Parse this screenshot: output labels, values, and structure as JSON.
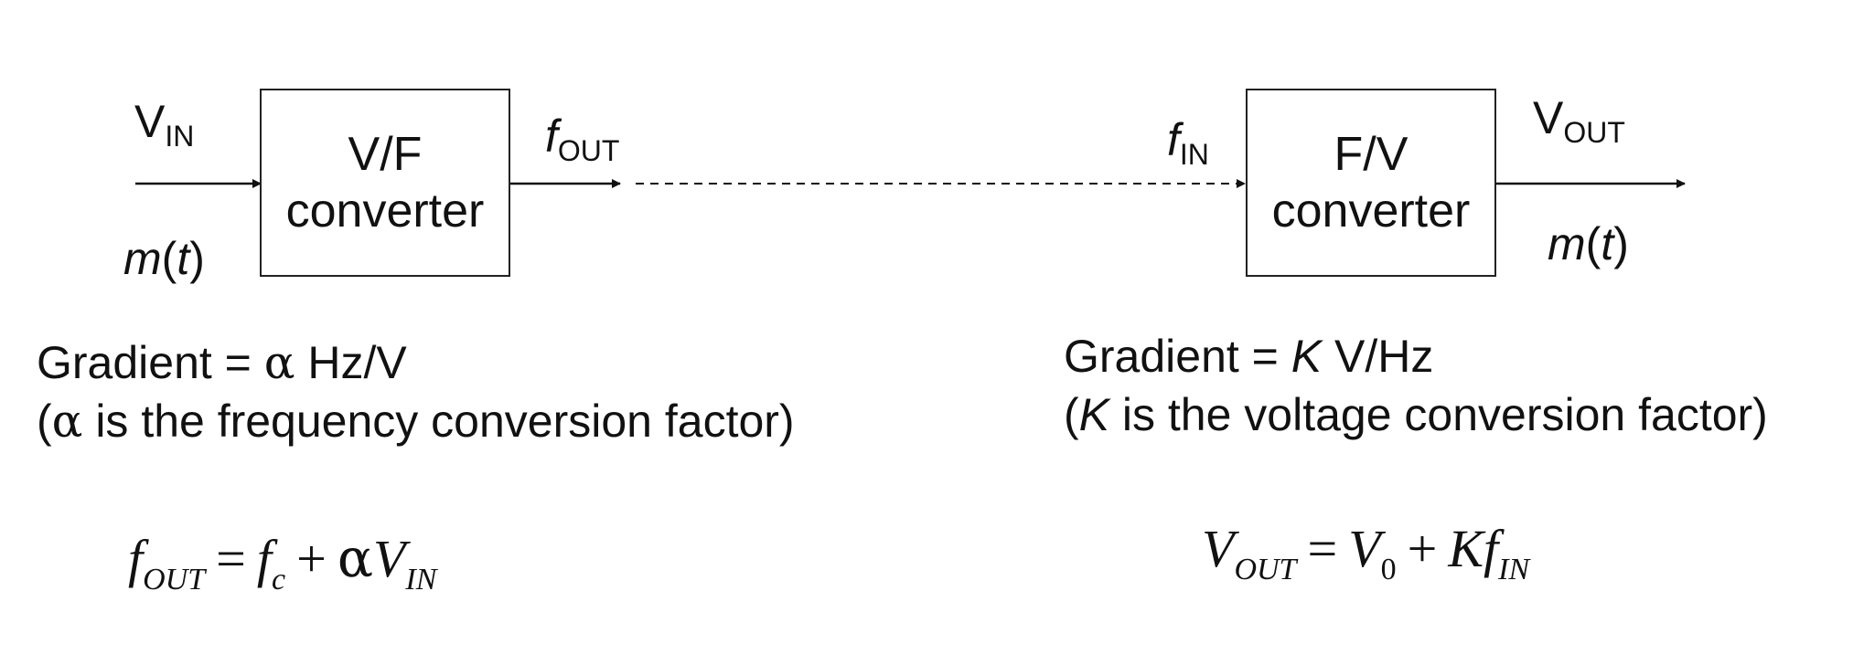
{
  "blocks": {
    "vf": {
      "line1": "V/F",
      "line2": "converter"
    },
    "fv": {
      "line1": "F/V",
      "line2": "converter"
    }
  },
  "labels": {
    "vin": {
      "main": "V",
      "sub": "IN"
    },
    "m_left": {
      "m": "m",
      "open": "(",
      "t": "t",
      "close": ")"
    },
    "fout": {
      "main": "f",
      "sub": "OUT"
    },
    "fin": {
      "main": "f",
      "sub": "IN"
    },
    "vout": {
      "main": "V",
      "sub": "OUT"
    },
    "m_right": {
      "m": "m",
      "open": "(",
      "t": "t",
      "close": ")"
    }
  },
  "left_text": {
    "line1_a": "Gradient = ",
    "line1_symbol": "α",
    "line1_b": " Hz/V",
    "line2_open": "(",
    "line2_symbol": "α",
    "line2_rest": " is the frequency conversion factor)"
  },
  "right_text": {
    "line1_a": "Gradient = ",
    "line1_symbol": "K",
    "line1_b": " V/Hz",
    "line2_open": "(",
    "line2_symbol": "K",
    "line2_rest": " is the voltage conversion factor)"
  },
  "equations": {
    "left": {
      "lhs": "f",
      "lhs_sub": "OUT",
      "eq": "=",
      "t1": "f",
      "t1_sub": "c",
      "plus": "+",
      "alpha": "α",
      "t2": "V",
      "t2_sub": "IN"
    },
    "right": {
      "lhs": "V",
      "lhs_sub": "OUT",
      "eq": "=",
      "t1": "V",
      "t1_sub": "0",
      "plus": "+",
      "k": "K",
      "t2": "f",
      "t2_sub": "IN"
    }
  }
}
